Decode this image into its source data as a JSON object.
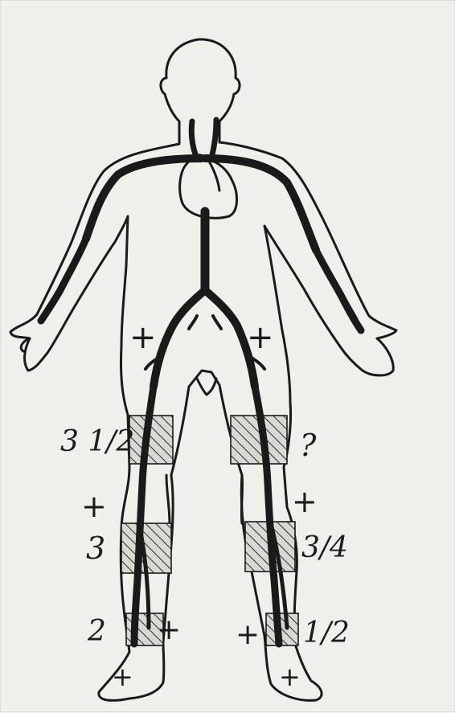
{
  "labels": {
    "right_thigh": "3 1/2",
    "left_thigh": "?",
    "right_calf": "3",
    "left_calf": "3/4",
    "right_ankle": "2",
    "left_ankle": "1/2"
  },
  "markers": {
    "plus": "+"
  },
  "colors": {
    "paper": "#efefec",
    "ink": "#1a1a1a"
  }
}
